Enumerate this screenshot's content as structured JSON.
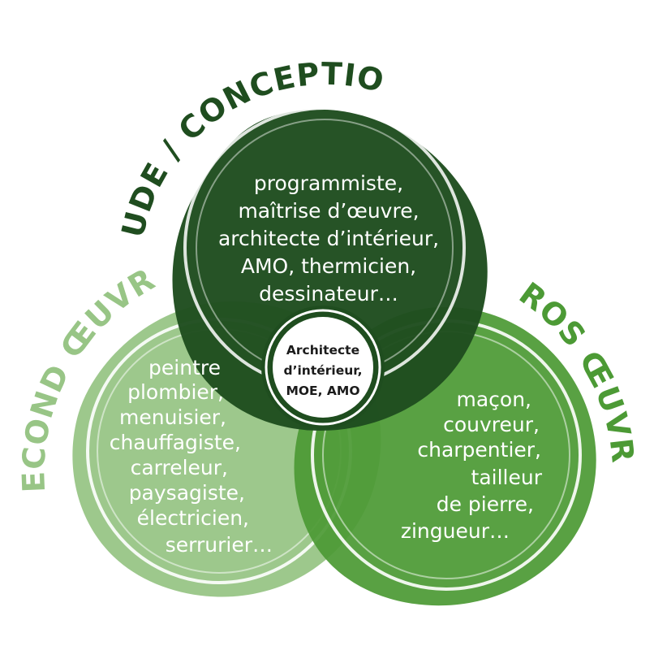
{
  "colors": {
    "etude": "#1f4d1f",
    "gros": "#4c9a35",
    "second": "#98c586",
    "center_ring": "#1f4d1f"
  },
  "etude": {
    "title": "ÉTUDE / CONCEPTION",
    "lines": [
      "programmiste,",
      "maîtrise d’œuvre,",
      "architecte d’intérieur,",
      "AMO, thermicien,",
      "dessinateur…"
    ]
  },
  "gros_oeuvre": {
    "title": "GROS ŒUVRE",
    "lines": [
      "maçon,",
      "couvreur,",
      "charpentier,",
      "tailleur",
      "de pierre,",
      "zingueur…"
    ]
  },
  "second_oeuvre": {
    "title": "SECOND ŒUVRE",
    "lines": [
      "peintre",
      "plombier,",
      "menuisier,",
      "chauffagiste,",
      "carreleur,",
      "paysagiste,",
      "électricien,",
      "serrurier…"
    ]
  },
  "center": {
    "lines": [
      "Architecte",
      "d’intérieur,",
      "MOE, AMO"
    ]
  }
}
